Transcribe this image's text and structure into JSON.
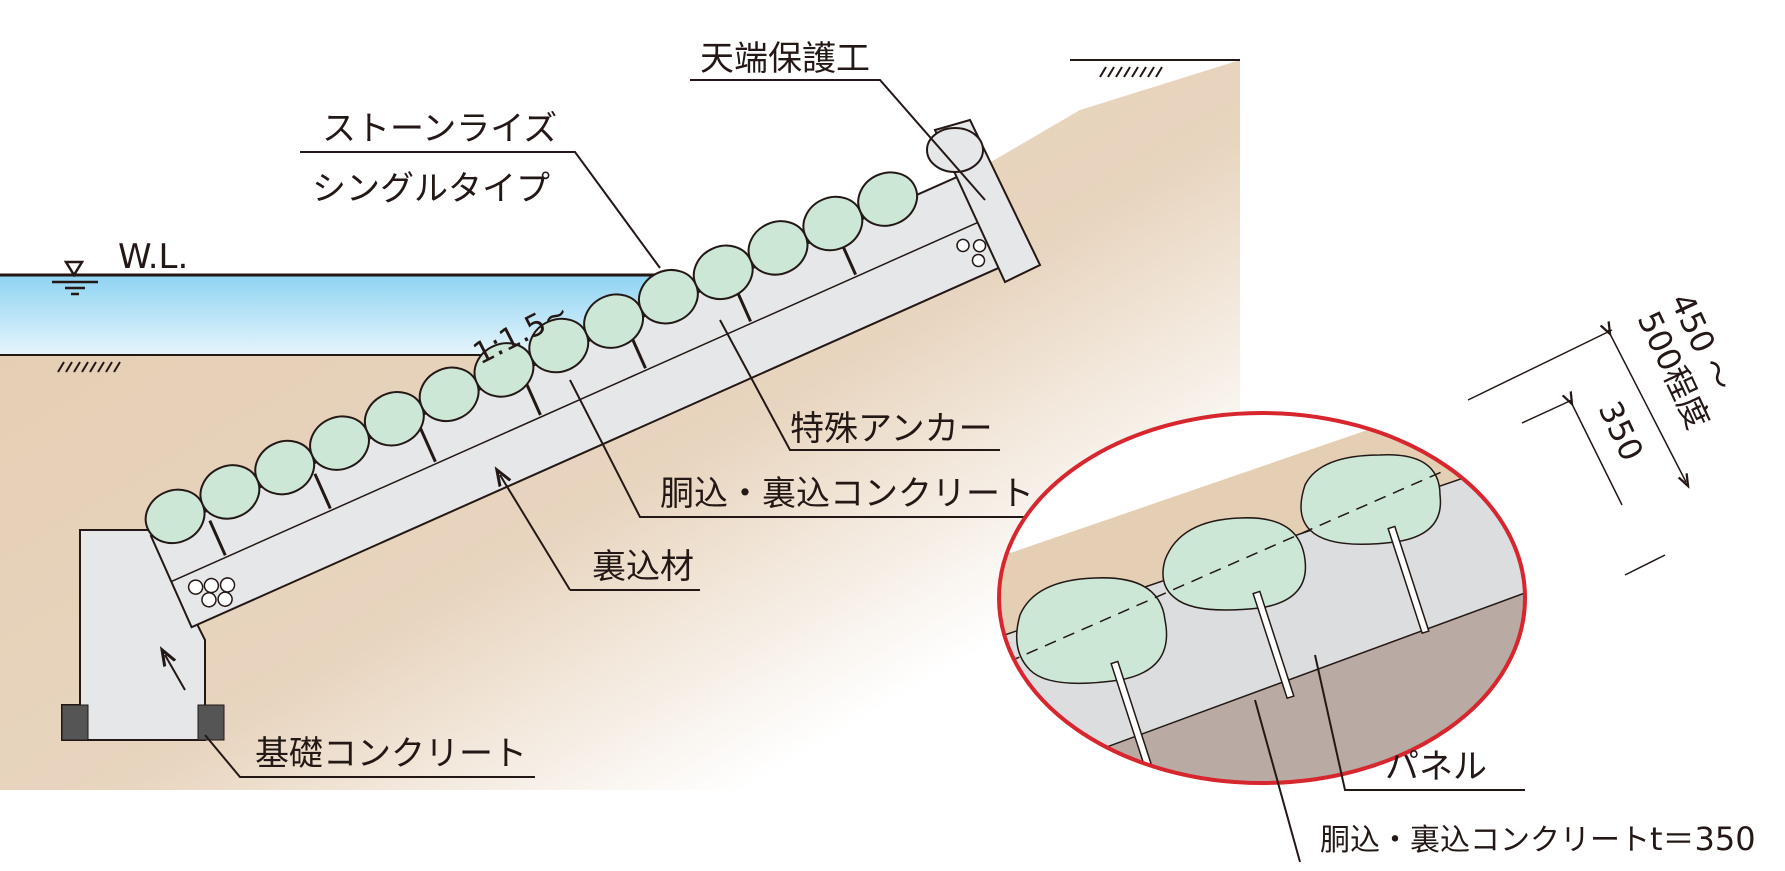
{
  "labels": {
    "crown_protection": "天端保護工",
    "product_line1": "ストーンライズ",
    "product_line2": "シングルタイプ",
    "water_level": "W.L.",
    "slope_ratio": "1:1.5~",
    "special_anchor": "特殊アンカー",
    "fill_concrete": "胴込・裏込コンクリート",
    "backfill": "裏込材",
    "foundation_concrete": "基礎コンクリート"
  },
  "detail": {
    "panel": "パネル",
    "fill_concrete": "胴込・裏込コンクリート",
    "thickness": "t＝350",
    "dim_total_line1": "450 ～",
    "dim_total_line2": "500程度",
    "dim_inner": "350"
  },
  "colors": {
    "soil": "#e5cfb4",
    "water": "#8ed3f2",
    "stone": "#cde7d6",
    "concrete": "#e6e7e8",
    "gravel": "#b9aaa3",
    "detail_border": "#d8262e"
  }
}
